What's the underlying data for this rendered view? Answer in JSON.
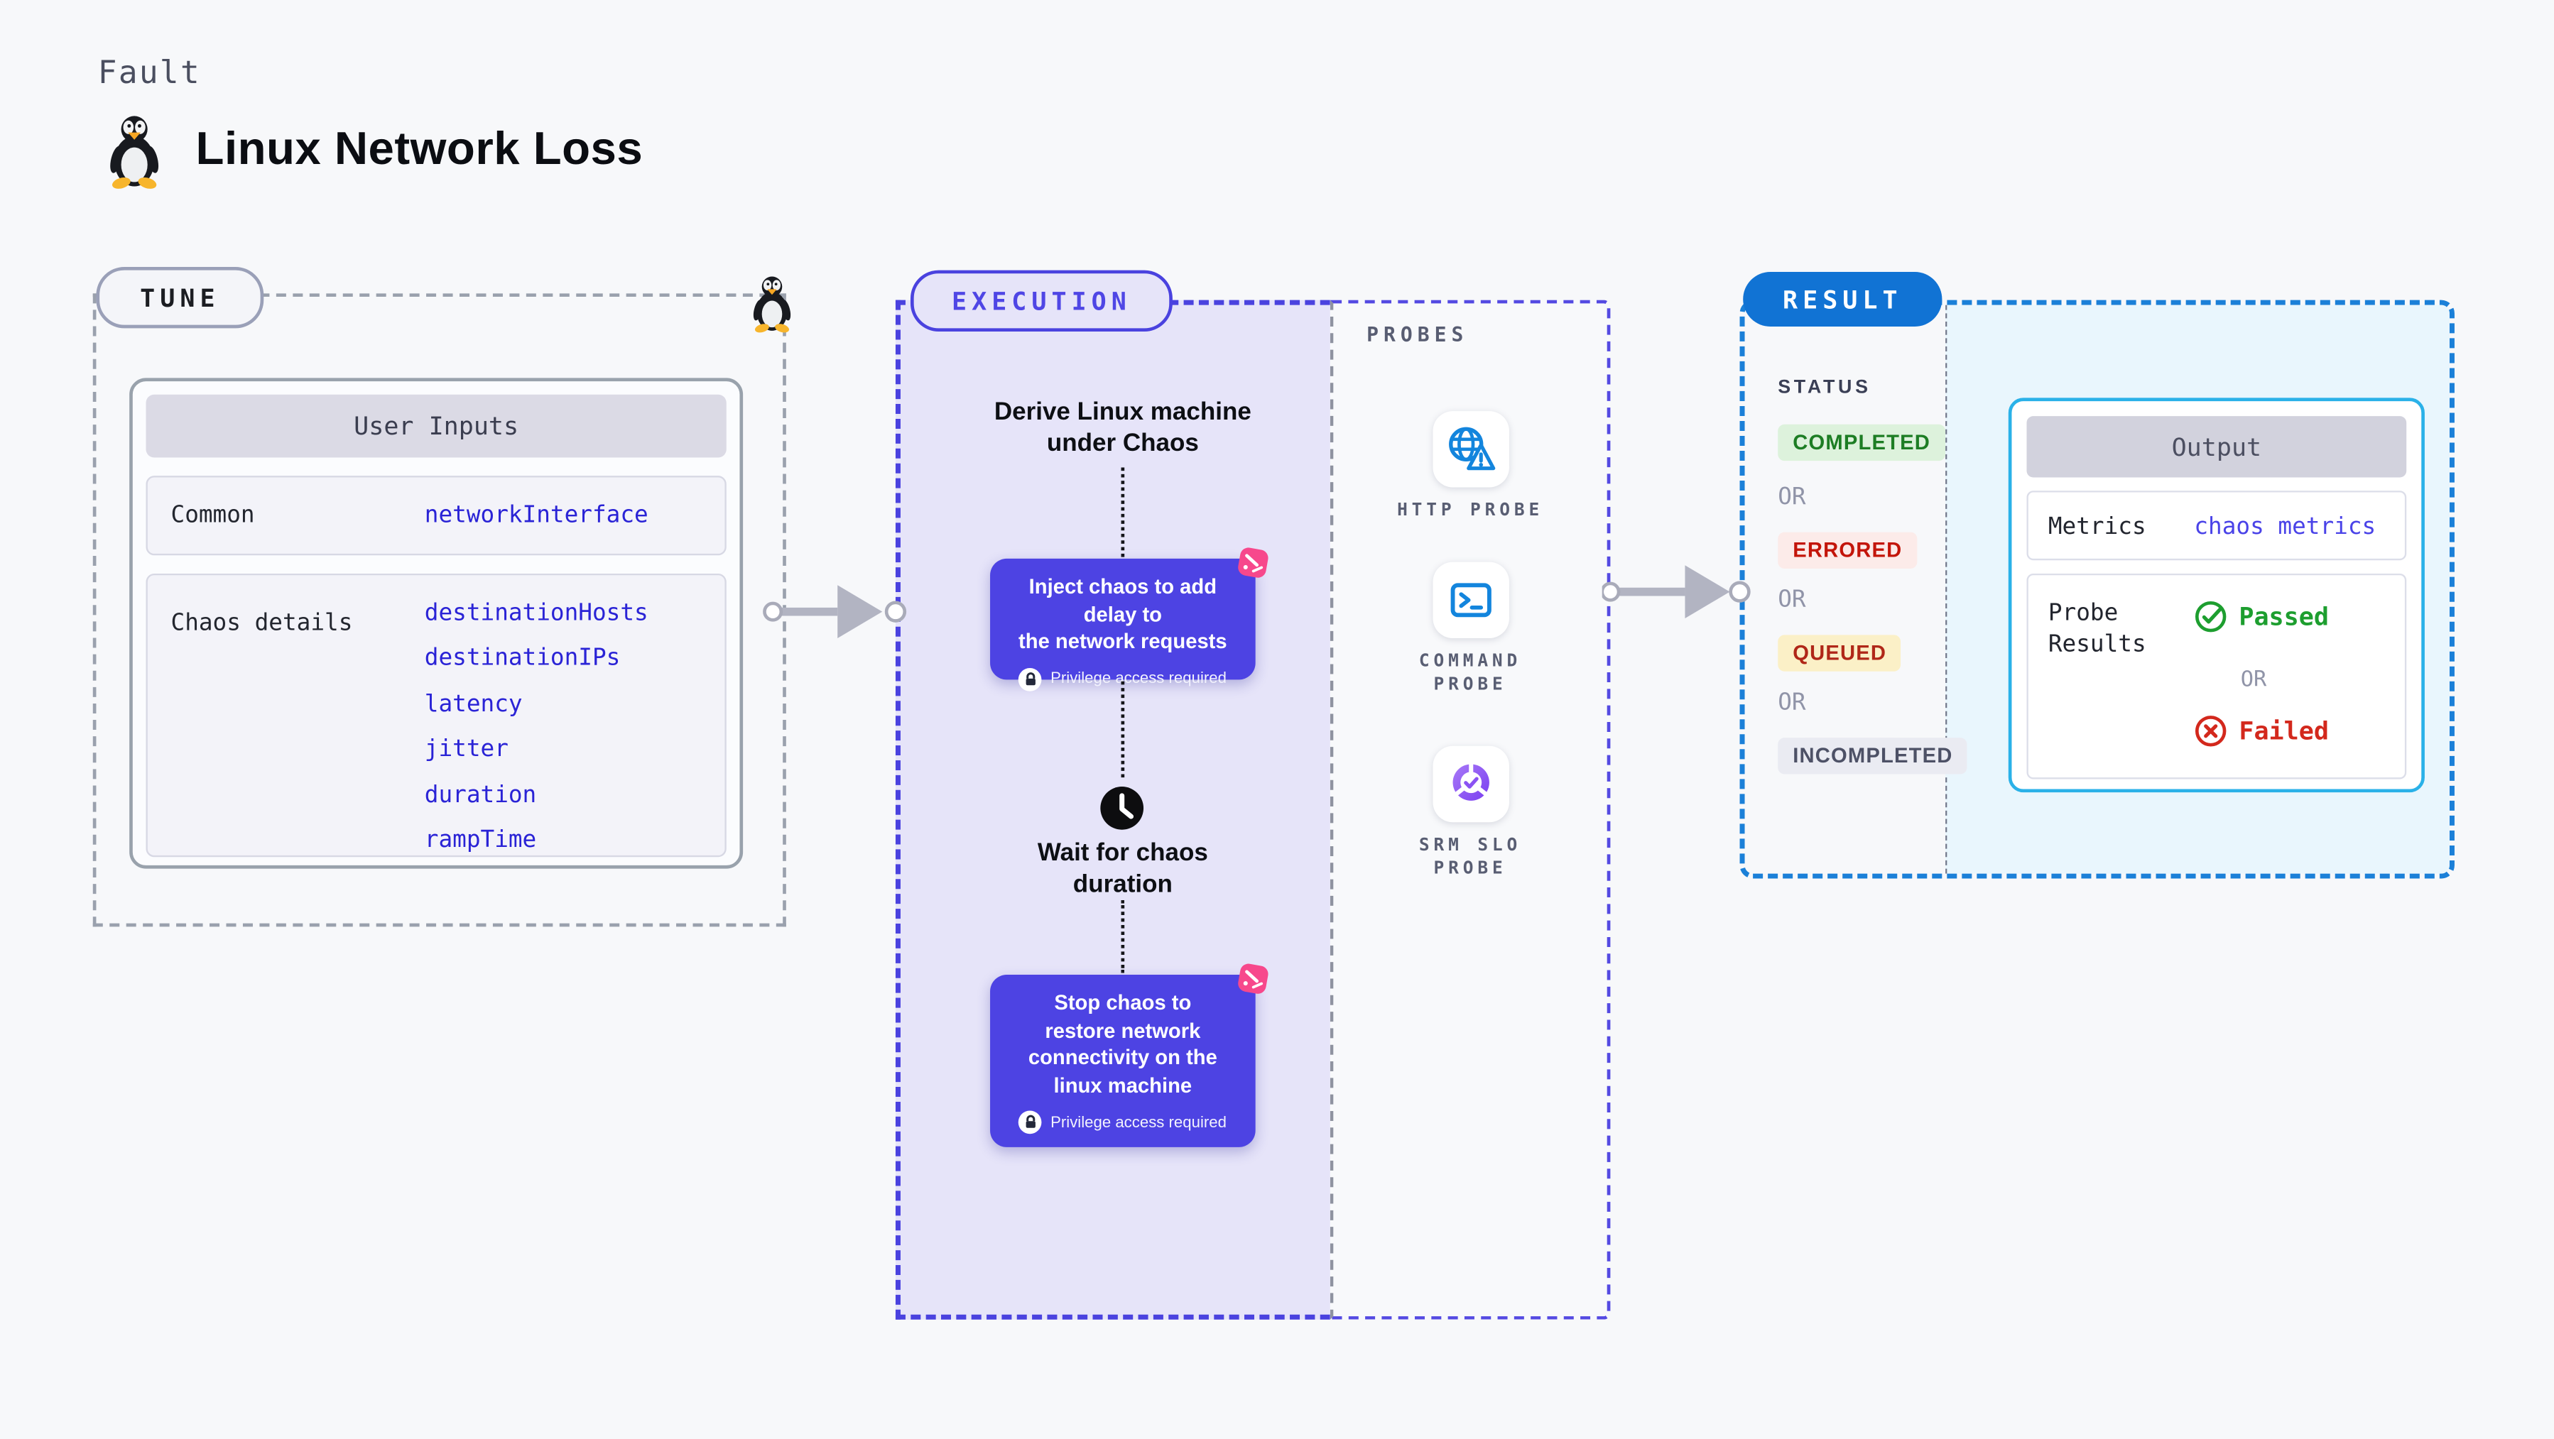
{
  "header": {
    "kicker": "Fault",
    "title": "Linux Network Loss"
  },
  "tune": {
    "badge": "TUNE",
    "table": {
      "header": "User Inputs",
      "rows": [
        {
          "label": "Common",
          "values": [
            "networkInterface"
          ]
        },
        {
          "label": "Chaos details",
          "values": [
            "destinationHosts",
            "destinationIPs",
            "latency",
            "jitter",
            "duration",
            "rampTime"
          ]
        }
      ]
    }
  },
  "execution": {
    "badge": "EXECUTION",
    "derive_lines": [
      "Derive Linux machine",
      "under Chaos"
    ],
    "inject_lines": [
      "Inject chaos to add delay to",
      "the network requests"
    ],
    "privilege_text": "Privilege access required",
    "wait_lines": [
      "Wait for chaos",
      "duration"
    ],
    "stop_lines": [
      "Stop chaos to",
      "restore network",
      "connectivity on the",
      "linux machine"
    ],
    "probes": {
      "label": "PROBES",
      "items": [
        {
          "name": "http-probe",
          "lines": [
            "HTTP PROBE"
          ]
        },
        {
          "name": "command-probe",
          "lines": [
            "COMMAND",
            "PROBE"
          ]
        },
        {
          "name": "srm-slo-probe",
          "lines": [
            "SRM SLO",
            "PROBE"
          ]
        }
      ]
    }
  },
  "result": {
    "badge": "RESULT",
    "status_label": "STATUS",
    "or": "OR",
    "statuses": [
      {
        "label": "COMPLETED",
        "bg": "#ddf2dc",
        "color": "#1d7d24"
      },
      {
        "label": "ERRORED",
        "bg": "#fcebe9",
        "color": "#c3150a"
      },
      {
        "label": "QUEUED",
        "bg": "#fbf0c7",
        "color": "#b02718"
      },
      {
        "label": "INCOMPLETED",
        "bg": "#eaebf2",
        "color": "#4d5166"
      }
    ],
    "output": {
      "header": "Output",
      "metrics_label": "Metrics",
      "metrics_value": "chaos metrics",
      "probe_results_label": "Probe Results",
      "passed": "Passed",
      "failed": "Failed"
    }
  },
  "colors": {
    "page_bg": "#f7f8fa",
    "execution_border": "#4a42df",
    "execution_fill": "#e6e4f9",
    "chaos_node": "#4d43e3",
    "chaos_corner_pink": "#f7488c",
    "tune_border": "#9aa1ad",
    "result_badge": "#1173d4",
    "result_border": "#1b80d8",
    "result_fill": "#e9f6fd",
    "output_border": "#2ab1e8",
    "probe_icon_blue": "#1385dd",
    "value_text": "#2a23d6",
    "passed_green": "#1d9e2f",
    "failed_red": "#d3281c"
  }
}
